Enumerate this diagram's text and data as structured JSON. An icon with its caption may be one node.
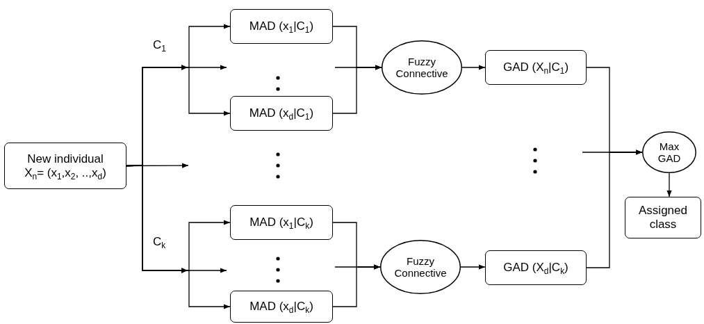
{
  "diagram": {
    "nodes": [
      {
        "text": [
          "New individual",
          "X$_{n}$= (x$_{1}$,x$_{2}$, ..,x$_{d}$)"
        ]
      },
      {
        "text": [
          "MAD (x$_{1}$|C$_{1}$)"
        ]
      },
      {
        "text": [
          "MAD (x$_{d}$|C$_{1}$)"
        ]
      },
      {
        "text": [
          "MAD (x$_{1}$|C$_{k}$)"
        ]
      },
      {
        "text": [
          "MAD (x$_{d}$|C$_{k}$)"
        ]
      },
      {
        "text": [
          "Fuzzy Connective"
        ]
      },
      {
        "text": [
          "Fuzzy Connective"
        ]
      },
      {
        "text": [
          "GAD (X$_{n}$|C$_{1}$)"
        ]
      },
      {
        "text": [
          "GAD (X$_{d}$|C$_{k}$)"
        ]
      },
      {
        "text": [
          "Max GAD"
        ]
      },
      {
        "text": [
          "Assigned class"
        ]
      }
    ],
    "edges": [
      {
        "from": 0,
        "to": 1,
        "arrow": "to"
      },
      {
        "from": 0,
        "to": 2,
        "arrow": "to"
      },
      {
        "from": 0,
        "to": null,
        "arrow": "to"
      },
      {
        "from": 0,
        "to": null,
        "arrow": "to"
      },
      {
        "from": 0,
        "to": 3,
        "arrow": "to"
      },
      {
        "from": 0,
        "to": 4,
        "arrow": "to"
      },
      {
        "from": 0,
        "to": null,
        "arrow": "to"
      },
      {
        "from": 1,
        "to": 5,
        "arrow": "to"
      },
      {
        "from": 2,
        "to": 5,
        "arrow": "to"
      },
      {
        "from": null,
        "to": 5,
        "arrow": "to"
      },
      {
        "from": 3,
        "to": 6,
        "arrow": "to"
      },
      {
        "from": 4,
        "to": 6,
        "arrow": "to"
      },
      {
        "from": null,
        "to": 6,
        "arrow": "to"
      },
      {
        "from": 5,
        "to": 7,
        "arrow": "to"
      },
      {
        "from": 6,
        "to": 8,
        "arrow": "to"
      },
      {
        "from": 7,
        "to": 9,
        "arrow": "to"
      },
      {
        "from": 8,
        "to": 9,
        "arrow": "to"
      },
      {
        "from": null,
        "to": 9,
        "arrow": "to"
      },
      {
        "from": 9,
        "to": 10,
        "arrow": "to"
      }
    ],
    "labels": [
      "C$_{1}$",
      "C$_{k}$"
    ]
  }
}
